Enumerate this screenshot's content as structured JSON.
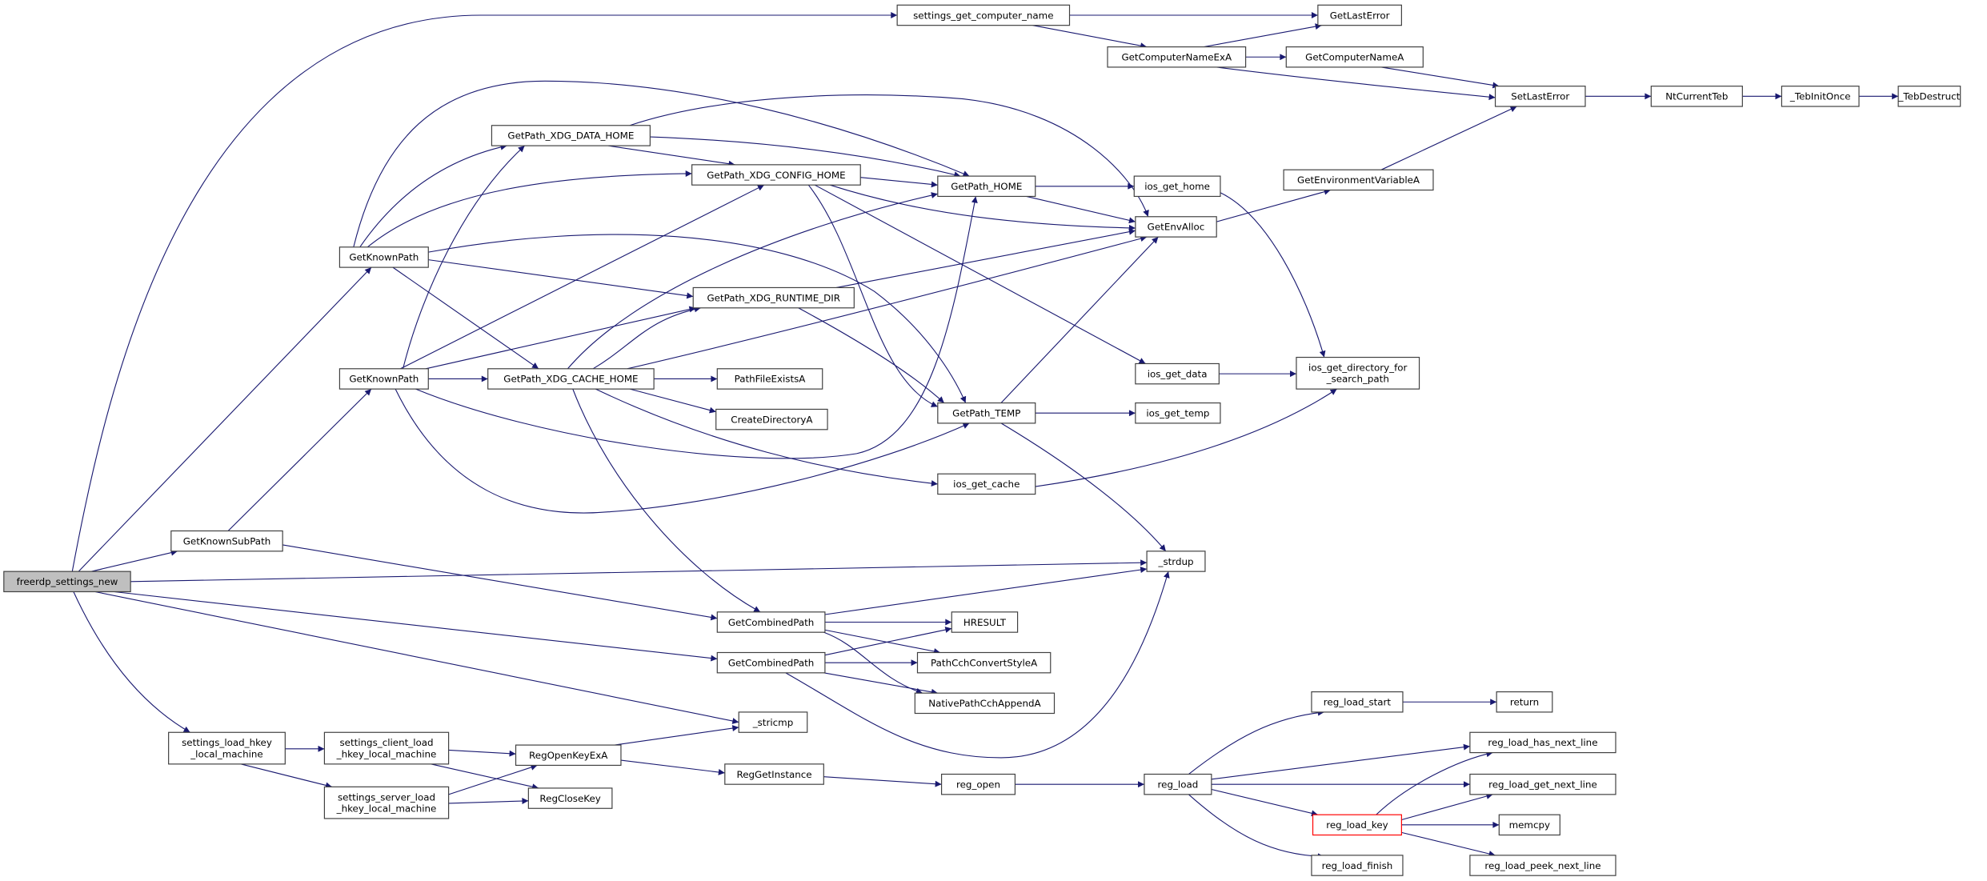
{
  "colors": {
    "background": "#ffffff",
    "edge": "#191970",
    "node_border": "#404040",
    "root_fill": "#bfbfbf",
    "highlight_border": "#ff0000"
  },
  "nodes": [
    {
      "id": "freerdp_settings_new",
      "lines": [
        "freerdp_settings_new"
      ],
      "style": "root"
    },
    {
      "id": "settings_get_computer_name",
      "lines": [
        "settings_get_computer_name"
      ]
    },
    {
      "id": "GetLastError",
      "lines": [
        "GetLastError"
      ]
    },
    {
      "id": "GetComputerNameExA",
      "lines": [
        "GetComputerNameExA"
      ]
    },
    {
      "id": "GetComputerNameA",
      "lines": [
        "GetComputerNameA"
      ]
    },
    {
      "id": "SetLastError",
      "lines": [
        "SetLastError"
      ]
    },
    {
      "id": "NtCurrentTeb",
      "lines": [
        "NtCurrentTeb"
      ]
    },
    {
      "id": "_TebInitOnce",
      "lines": [
        "_TebInitOnce"
      ]
    },
    {
      "id": "_TebDestruct",
      "lines": [
        "_TebDestruct"
      ]
    },
    {
      "id": "GetPath_XDG_DATA_HOME",
      "lines": [
        "GetPath_XDG_DATA_HOME"
      ]
    },
    {
      "id": "GetPath_XDG_CONFIG_HOME",
      "lines": [
        "GetPath_XDG_CONFIG_HOME"
      ]
    },
    {
      "id": "GetPath_HOME",
      "lines": [
        "GetPath_HOME"
      ]
    },
    {
      "id": "ios_get_home",
      "lines": [
        "ios_get_home"
      ]
    },
    {
      "id": "GetEnvironmentVariableA",
      "lines": [
        "GetEnvironmentVariableA"
      ]
    },
    {
      "id": "GetEnvAlloc",
      "lines": [
        "GetEnvAlloc"
      ]
    },
    {
      "id": "GetKnownPath_1",
      "lines": [
        "GetKnownPath"
      ]
    },
    {
      "id": "GetPath_XDG_RUNTIME_DIR",
      "lines": [
        "GetPath_XDG_RUNTIME_DIR"
      ]
    },
    {
      "id": "GetKnownPath_2",
      "lines": [
        "GetKnownPath"
      ]
    },
    {
      "id": "GetPath_XDG_CACHE_HOME",
      "lines": [
        "GetPath_XDG_CACHE_HOME"
      ]
    },
    {
      "id": "PathFileExistsA",
      "lines": [
        "PathFileExistsA"
      ]
    },
    {
      "id": "CreateDirectoryA",
      "lines": [
        "CreateDirectoryA"
      ]
    },
    {
      "id": "ios_get_data",
      "lines": [
        "ios_get_data"
      ]
    },
    {
      "id": "ios_get_directory_for_search_path",
      "lines": [
        "ios_get_directory_for",
        "_search_path"
      ]
    },
    {
      "id": "GetPath_TEMP",
      "lines": [
        "GetPath_TEMP"
      ]
    },
    {
      "id": "ios_get_temp",
      "lines": [
        "ios_get_temp"
      ]
    },
    {
      "id": "ios_get_cache",
      "lines": [
        "ios_get_cache"
      ]
    },
    {
      "id": "GetKnownSubPath",
      "lines": [
        "GetKnownSubPath"
      ]
    },
    {
      "id": "_strdup",
      "lines": [
        "_strdup"
      ]
    },
    {
      "id": "GetCombinedPath_1",
      "lines": [
        "GetCombinedPath"
      ]
    },
    {
      "id": "HRESULT",
      "lines": [
        "HRESULT"
      ]
    },
    {
      "id": "GetCombinedPath_2",
      "lines": [
        "GetCombinedPath"
      ]
    },
    {
      "id": "PathCchConvertStyleA",
      "lines": [
        "PathCchConvertStyleA"
      ]
    },
    {
      "id": "NativePathCchAppendA",
      "lines": [
        "NativePathCchAppendA"
      ]
    },
    {
      "id": "_stricmp",
      "lines": [
        "_stricmp"
      ]
    },
    {
      "id": "settings_load_hkey_local_machine",
      "lines": [
        "settings_load_hkey",
        "_local_machine"
      ]
    },
    {
      "id": "settings_client_load_hkey_local_machine",
      "lines": [
        "settings_client_load",
        "_hkey_local_machine"
      ]
    },
    {
      "id": "RegOpenKeyExA",
      "lines": [
        "RegOpenKeyExA"
      ]
    },
    {
      "id": "settings_server_load_hkey_local_machine",
      "lines": [
        "settings_server_load",
        "_hkey_local_machine"
      ]
    },
    {
      "id": "RegCloseKey",
      "lines": [
        "RegCloseKey"
      ]
    },
    {
      "id": "RegGetInstance",
      "lines": [
        "RegGetInstance"
      ]
    },
    {
      "id": "reg_open",
      "lines": [
        "reg_open"
      ]
    },
    {
      "id": "reg_load",
      "lines": [
        "reg_load"
      ]
    },
    {
      "id": "reg_load_start",
      "lines": [
        "reg_load_start"
      ]
    },
    {
      "id": "return",
      "lines": [
        "return"
      ]
    },
    {
      "id": "reg_load_has_next_line",
      "lines": [
        "reg_load_has_next_line"
      ]
    },
    {
      "id": "reg_load_get_next_line",
      "lines": [
        "reg_load_get_next_line"
      ]
    },
    {
      "id": "reg_load_key",
      "lines": [
        "reg_load_key"
      ],
      "style": "highlight"
    },
    {
      "id": "memcpy",
      "lines": [
        "memcpy"
      ]
    },
    {
      "id": "reg_load_finish",
      "lines": [
        "reg_load_finish"
      ]
    },
    {
      "id": "reg_load_peek_next_line",
      "lines": [
        "reg_load_peek_next_line"
      ]
    }
  ],
  "edges": [
    [
      "freerdp_settings_new",
      "settings_get_computer_name"
    ],
    [
      "freerdp_settings_new",
      "GetKnownPath_1"
    ],
    [
      "freerdp_settings_new",
      "GetKnownSubPath"
    ],
    [
      "freerdp_settings_new",
      "_strdup"
    ],
    [
      "freerdp_settings_new",
      "GetCombinedPath_2"
    ],
    [
      "freerdp_settings_new",
      "_stricmp"
    ],
    [
      "freerdp_settings_new",
      "settings_load_hkey_local_machine"
    ],
    [
      "GetKnownSubPath",
      "GetKnownPath_2"
    ],
    [
      "GetKnownSubPath",
      "GetCombinedPath_1"
    ],
    [
      "GetKnownPath_1",
      "GetPath_XDG_DATA_HOME"
    ],
    [
      "GetKnownPath_2",
      "GetPath_XDG_DATA_HOME"
    ],
    [
      "GetKnownPath_1",
      "GetPath_XDG_CONFIG_HOME"
    ],
    [
      "GetKnownPath_1",
      "GetPath_HOME"
    ],
    [
      "GetKnownPath_1",
      "GetPath_TEMP"
    ],
    [
      "GetKnownPath_1",
      "GetPath_XDG_RUNTIME_DIR"
    ],
    [
      "GetKnownPath_1",
      "GetPath_XDG_CACHE_HOME"
    ],
    [
      "GetKnownPath_2",
      "GetPath_XDG_CONFIG_HOME"
    ],
    [
      "GetKnownPath_2",
      "GetPath_XDG_RUNTIME_DIR"
    ],
    [
      "GetKnownPath_2",
      "GetPath_XDG_CACHE_HOME"
    ],
    [
      "GetKnownPath_2",
      "GetPath_HOME"
    ],
    [
      "GetKnownPath_2",
      "GetPath_TEMP"
    ],
    [
      "GetPath_XDG_DATA_HOME",
      "GetPath_XDG_CONFIG_HOME"
    ],
    [
      "GetPath_XDG_DATA_HOME",
      "GetPath_HOME"
    ],
    [
      "GetPath_XDG_DATA_HOME",
      "GetEnvAlloc"
    ],
    [
      "GetPath_XDG_CONFIG_HOME",
      "GetPath_HOME"
    ],
    [
      "GetPath_XDG_CONFIG_HOME",
      "GetEnvAlloc"
    ],
    [
      "GetPath_XDG_CONFIG_HOME",
      "GetPath_TEMP"
    ],
    [
      "GetPath_XDG_CONFIG_HOME",
      "ios_get_data"
    ],
    [
      "GetPath_HOME",
      "ios_get_home"
    ],
    [
      "GetPath_HOME",
      "GetEnvAlloc"
    ],
    [
      "ios_get_home",
      "ios_get_directory_for_search_path"
    ],
    [
      "GetEnvAlloc",
      "GetEnvironmentVariableA"
    ],
    [
      "GetEnvironmentVariableA",
      "SetLastError"
    ],
    [
      "GetPath_XDG_RUNTIME_DIR",
      "GetEnvAlloc"
    ],
    [
      "GetPath_XDG_RUNTIME_DIR",
      "GetPath_TEMP"
    ],
    [
      "GetPath_XDG_CACHE_HOME",
      "GetPath_HOME"
    ],
    [
      "GetPath_XDG_CACHE_HOME",
      "GetEnvAlloc"
    ],
    [
      "GetPath_XDG_CACHE_HOME",
      "GetPath_XDG_RUNTIME_DIR"
    ],
    [
      "GetPath_XDG_CACHE_HOME",
      "PathFileExistsA"
    ],
    [
      "GetPath_XDG_CACHE_HOME",
      "CreateDirectoryA"
    ],
    [
      "GetPath_XDG_CACHE_HOME",
      "ios_get_cache"
    ],
    [
      "GetPath_XDG_CACHE_HOME",
      "GetCombinedPath_1"
    ],
    [
      "GetPath_TEMP",
      "ios_get_temp"
    ],
    [
      "GetPath_TEMP",
      "GetEnvAlloc"
    ],
    [
      "GetPath_TEMP",
      "_strdup"
    ],
    [
      "ios_get_data",
      "ios_get_directory_for_search_path"
    ],
    [
      "ios_get_cache",
      "ios_get_directory_for_search_path"
    ],
    [
      "settings_get_computer_name",
      "GetLastError"
    ],
    [
      "settings_get_computer_name",
      "GetComputerNameExA"
    ],
    [
      "GetComputerNameExA",
      "GetLastError"
    ],
    [
      "GetComputerNameExA",
      "GetComputerNameA"
    ],
    [
      "GetComputerNameExA",
      "SetLastError"
    ],
    [
      "GetComputerNameA",
      "SetLastError"
    ],
    [
      "SetLastError",
      "NtCurrentTeb"
    ],
    [
      "NtCurrentTeb",
      "_TebInitOnce"
    ],
    [
      "_TebInitOnce",
      "_TebDestruct"
    ],
    [
      "GetCombinedPath_1",
      "_strdup"
    ],
    [
      "GetCombinedPath_1",
      "HRESULT"
    ],
    [
      "GetCombinedPath_1",
      "PathCchConvertStyleA"
    ],
    [
      "GetCombinedPath_1",
      "NativePathCchAppendA"
    ],
    [
      "GetCombinedPath_2",
      "HRESULT"
    ],
    [
      "GetCombinedPath_2",
      "PathCchConvertStyleA"
    ],
    [
      "GetCombinedPath_2",
      "NativePathCchAppendA"
    ],
    [
      "GetCombinedPath_2",
      "_strdup"
    ],
    [
      "settings_load_hkey_local_machine",
      "settings_client_load_hkey_local_machine"
    ],
    [
      "settings_load_hkey_local_machine",
      "settings_server_load_hkey_local_machine"
    ],
    [
      "settings_client_load_hkey_local_machine",
      "RegOpenKeyExA"
    ],
    [
      "settings_client_load_hkey_local_machine",
      "RegCloseKey"
    ],
    [
      "settings_server_load_hkey_local_machine",
      "RegOpenKeyExA"
    ],
    [
      "settings_server_load_hkey_local_machine",
      "RegCloseKey"
    ],
    [
      "RegOpenKeyExA",
      "_stricmp"
    ],
    [
      "RegOpenKeyExA",
      "RegGetInstance"
    ],
    [
      "RegGetInstance",
      "reg_open"
    ],
    [
      "reg_open",
      "reg_load"
    ],
    [
      "reg_load",
      "reg_load_start"
    ],
    [
      "reg_load",
      "reg_load_has_next_line"
    ],
    [
      "reg_load",
      "reg_load_get_next_line"
    ],
    [
      "reg_load",
      "reg_load_key"
    ],
    [
      "reg_load",
      "reg_load_finish"
    ],
    [
      "reg_load_start",
      "return"
    ],
    [
      "reg_load_key",
      "reg_load_has_next_line"
    ],
    [
      "reg_load_key",
      "reg_load_get_next_line"
    ],
    [
      "reg_load_key",
      "memcpy"
    ],
    [
      "reg_load_key",
      "reg_load_peek_next_line"
    ]
  ]
}
